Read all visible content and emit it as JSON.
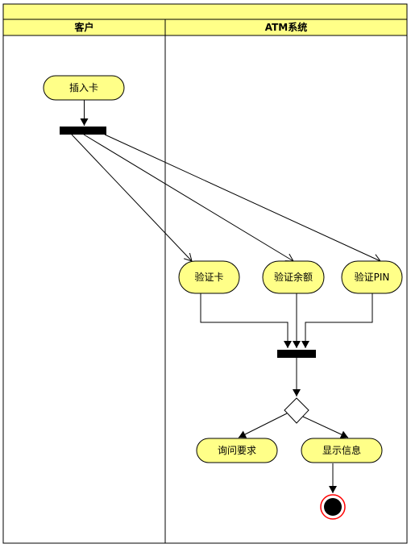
{
  "colors": {
    "lane_header_fill": "#ffff88",
    "activity_fill": "#ffff88",
    "stroke": "#000000",
    "bar_fill": "#000000",
    "end_ring": "#ff0000",
    "end_fill": "#000000"
  },
  "swimlanes": [
    {
      "id": "lane-customer",
      "title": "客户"
    },
    {
      "id": "lane-atm",
      "title": "ATM系统"
    }
  ],
  "nodes": {
    "insert_card": "插入卡",
    "verify_card": "验证卡",
    "verify_balance": "验证余额",
    "verify_pin": "验证PIN",
    "inquire_request": "询问要求",
    "show_info": "显示信息"
  },
  "icons": {
    "fork_bar": "fork-bar-icon",
    "join_bar": "join-bar-icon",
    "decision": "decision-diamond-icon",
    "final": "final-state-icon"
  }
}
